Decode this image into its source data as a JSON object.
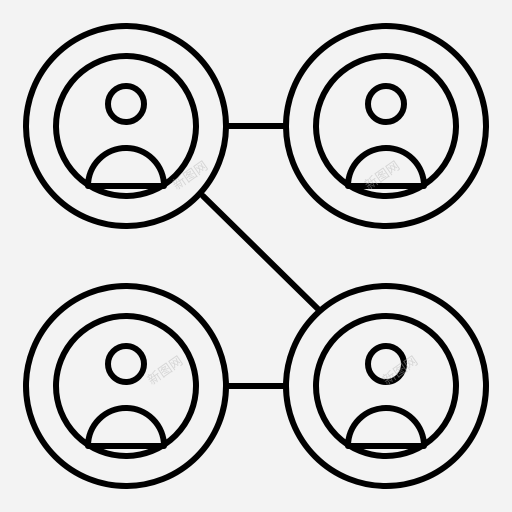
{
  "icon": {
    "name": "user-network-icon",
    "stroke_color": "#000000",
    "background_color": "#f3f3f3",
    "nodes": [
      {
        "name": "user-node-top-left"
      },
      {
        "name": "user-node-top-right"
      },
      {
        "name": "user-node-bottom-left"
      },
      {
        "name": "user-node-bottom-right"
      }
    ],
    "connections": [
      {
        "name": "connector-top",
        "from": "user-node-top-left",
        "to": "user-node-top-right"
      },
      {
        "name": "connector-diagonal",
        "from": "user-node-top-left",
        "to": "user-node-bottom-right"
      },
      {
        "name": "connector-bottom",
        "from": "user-node-bottom-left",
        "to": "user-node-bottom-right"
      }
    ]
  },
  "watermark": {
    "text": "新图网"
  }
}
